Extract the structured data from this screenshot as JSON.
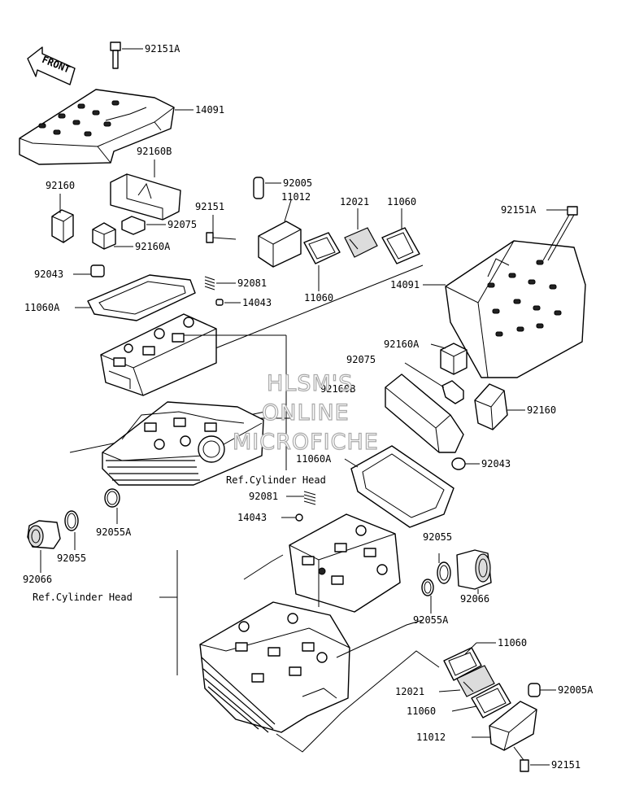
{
  "diagram": {
    "front_arrow_label": "FRONT",
    "watermark": [
      "HLSM'S",
      "ONLINE",
      "MICROFICHE"
    ],
    "reference_labels": {
      "upper": "Ref.Cylinder Head",
      "lower": "Ref.Cylinder Head"
    },
    "part_labels": {
      "p92151A_top": "92151A",
      "p14091_top": "14091",
      "p92160B_top": "92160B",
      "p92160_left": "92160",
      "p92075_left": "92075",
      "p92160A_left": "92160A",
      "p92043_left": "92043",
      "p11060A_left": "11060A",
      "p92081_top": "92081",
      "p14043_top": "14043",
      "p92151_mid": "92151",
      "p92005_top": "92005",
      "p11012_top": "11012",
      "p12021_top": "12021",
      "p11060_topright": "11060",
      "p11060_mid": "11060",
      "p92151A_right": "92151A",
      "p14091_right": "14091",
      "p92160A_right": "92160A",
      "p92075_right": "92075",
      "p92160B_right": "92160B",
      "p92160_right": "92160",
      "p11060A_right": "11060A",
      "p92043_right": "92043",
      "p92081_lower": "92081",
      "p14043_lower": "14043",
      "p92055A_left": "92055A",
      "p92066_left": "92066",
      "p92055_left": "92055",
      "p92055_right": "92055",
      "p92066_right": "92066",
      "p92055A_right": "92055A",
      "p11060_bottom": "11060",
      "p12021_bottom": "12021",
      "p11060_bottom2": "11060",
      "p92005A_bottom": "92005A",
      "p11012_bottom": "11012",
      "p92151_bottom": "92151"
    }
  }
}
